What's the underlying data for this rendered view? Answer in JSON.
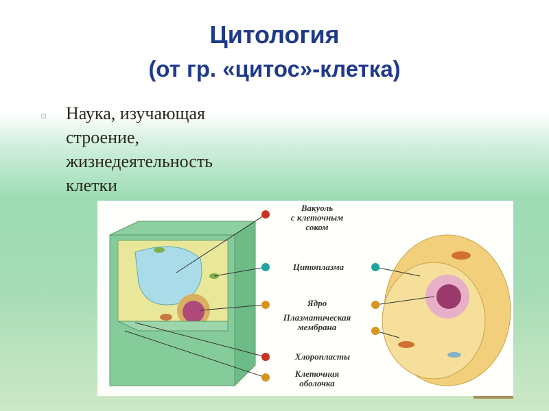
{
  "title": {
    "line1": "Цитология",
    "line2": "(от гр. «цитос»-клетка)"
  },
  "body_lines": [
    "Наука, изучающая",
    "строение,",
    "жизнедеятельность",
    "клетки"
  ],
  "figure": {
    "labels": {
      "vacuole": [
        "Вакуоль",
        "с клеточным",
        "соком"
      ],
      "cytoplasm": "Цитоплазма",
      "nucleus": "Ядро",
      "membrane": [
        "Плазматическая",
        "мембрана"
      ],
      "chloroplasts": "Хлоропласты",
      "cell_wall": [
        "Клеточная",
        "оболочка"
      ]
    }
  }
}
